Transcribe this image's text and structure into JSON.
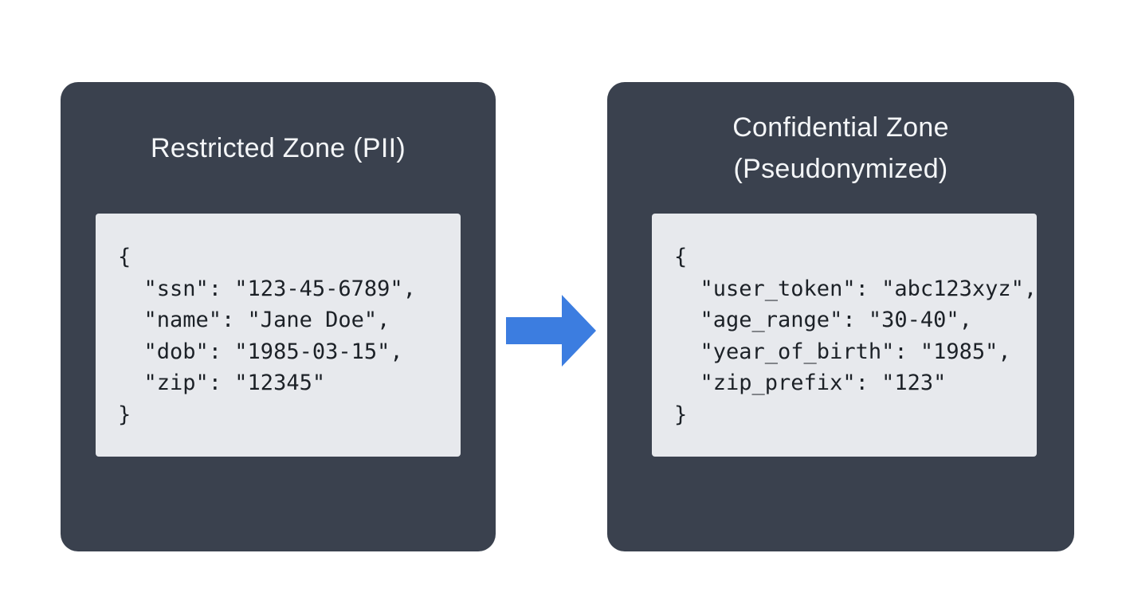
{
  "colors": {
    "background": "#ffffff",
    "panel": "#3a414e",
    "code_box": "#e7e9ed",
    "code_text": "#1c2127",
    "title_text": "#f4f6f8",
    "arrow": "#3c7de0"
  },
  "left_panel": {
    "title": "Restricted Zone (PII)",
    "code_lines": [
      "{",
      "  \"ssn\": \"123-45-6789\",",
      "  \"name\": \"Jane Doe\",",
      "  \"dob\": \"1985-03-15\",",
      "  \"zip\": \"12345\"",
      "}"
    ]
  },
  "right_panel": {
    "title": "Confidential Zone (Pseudonymized)",
    "code_lines": [
      "{",
      "  \"user_token\": \"abc123xyz\",",
      "  \"age_range\": \"30-40\",",
      "  \"year_of_birth\": \"1985\",",
      "  \"zip_prefix\": \"123\"",
      "}"
    ]
  },
  "arrow": {
    "direction": "right"
  }
}
